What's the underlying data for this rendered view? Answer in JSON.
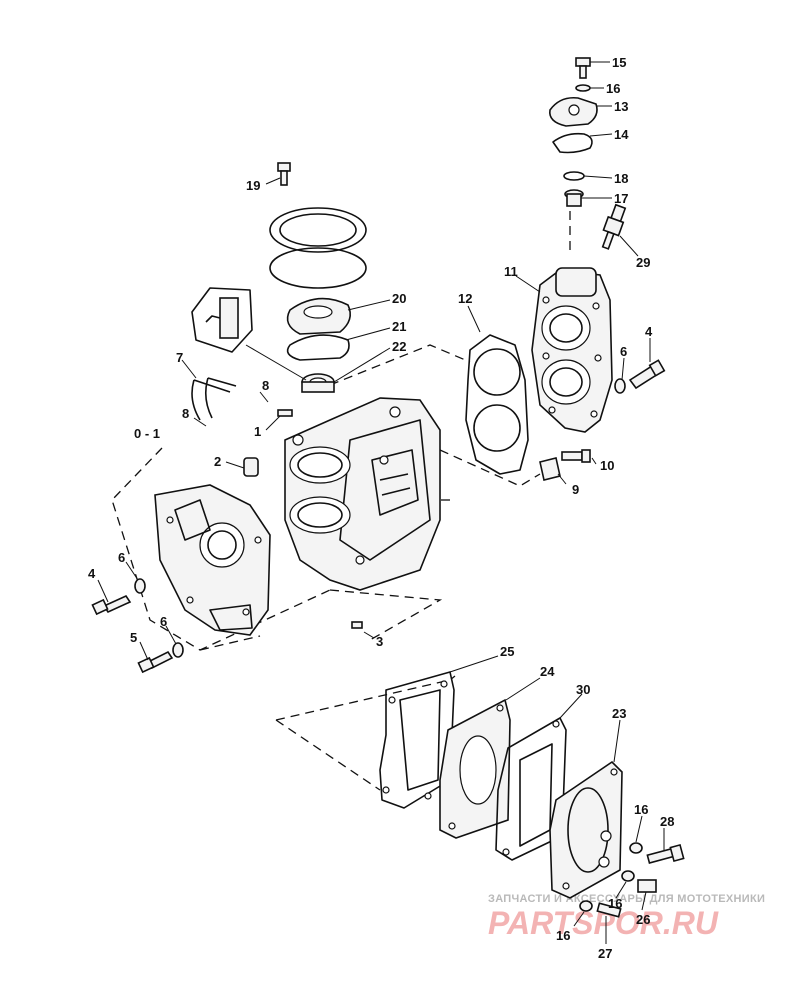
{
  "callouts": {
    "c15": "15",
    "c16a": "16",
    "c13": "13",
    "c14": "14",
    "c18": "18",
    "c17": "17",
    "c29": "29",
    "c19": "19",
    "c20": "20",
    "c21": "21",
    "c22": "22",
    "c12": "12",
    "c11": "11",
    "c4a": "4",
    "c6a": "6",
    "c7": "7",
    "c8a": "8",
    "c8b": "8",
    "c1": "1",
    "c01": "0 - 1",
    "c2": "2",
    "c10": "10",
    "c9": "9",
    "c4b": "4",
    "c6b": "6",
    "c6c": "6",
    "c5": "5",
    "c3": "3",
    "c25": "25",
    "c24": "24",
    "c30": "30",
    "c23": "23",
    "c16b": "16",
    "c28": "28",
    "c16c": "16",
    "c26": "26",
    "c16d": "16",
    "c27": "27"
  },
  "watermark": {
    "text": "ЗАПЧАСТИ И АКСЕССУАРЫ ДЛЯ МОТОТЕХНИКИ",
    "logo": "PARTSPOR.RU"
  }
}
